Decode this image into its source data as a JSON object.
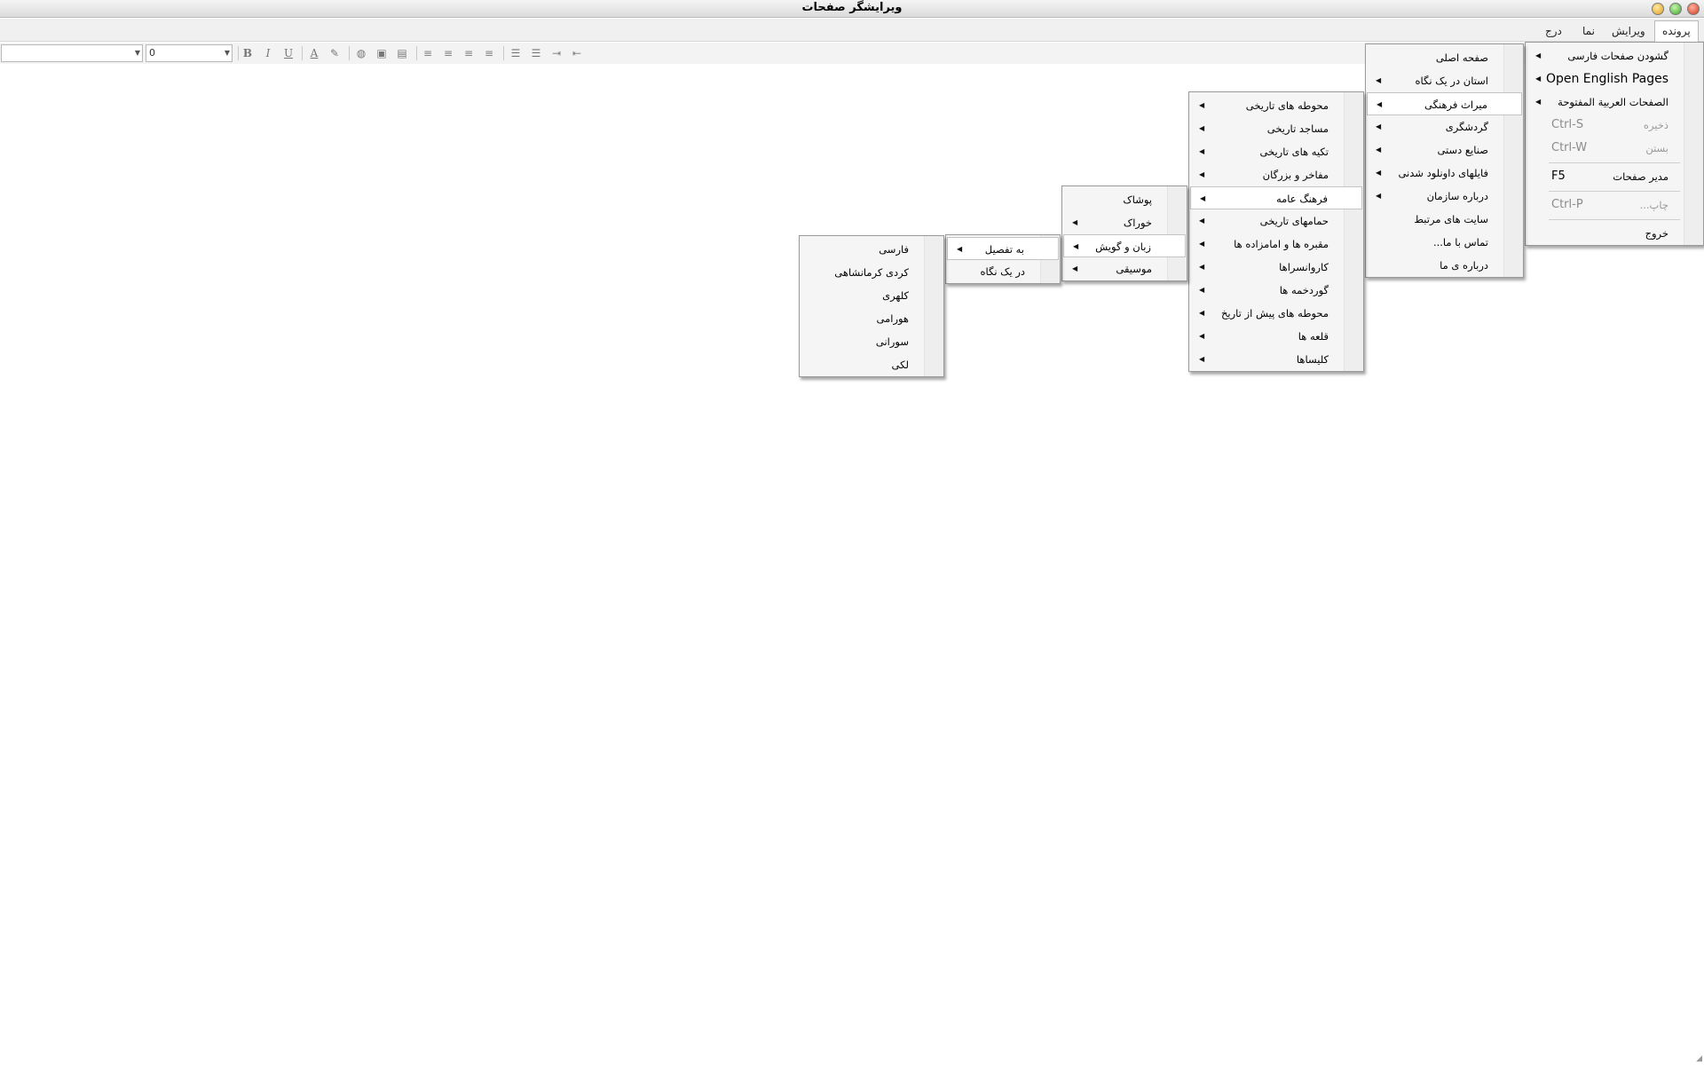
{
  "window": {
    "title": "ویرایشگر صفحات"
  },
  "menubar": {
    "items": [
      "پرونده",
      "ویرایش",
      "نما",
      "درج"
    ]
  },
  "toolbar": {
    "font_value": "",
    "size_value": "0",
    "icons": [
      "bold-icon",
      "italic-icon",
      "underline-icon",
      "text-color-icon",
      "highlight-icon",
      "globe-icon",
      "image-icon",
      "media-icon",
      "align-right-icon",
      "align-center-icon",
      "align-left-icon",
      "align-justify-icon",
      "ordered-list-icon",
      "unordered-list-icon",
      "indent-icon",
      "outdent-icon"
    ]
  },
  "file_menu": {
    "items": [
      {
        "label": "گشودن صفحات فارسی",
        "sub": true
      },
      {
        "label": "Open English Pages",
        "sub": true
      },
      {
        "label": "الصفحات العربية المفتوحة",
        "sub": true
      },
      {
        "label": "ذخیره",
        "shortcut": "Ctrl-S"
      },
      {
        "label": "بستن",
        "shortcut": "Ctrl-W"
      },
      {
        "label": "مدیر صفحات",
        "shortcut": "F5"
      },
      {
        "label": "چاپ...",
        "shortcut": "Ctrl-P"
      },
      {
        "label": "خروج"
      }
    ]
  },
  "persian_menu": {
    "items": [
      "صفحه اصلی",
      "استان در یک نگاه",
      "میراث فرهنگی",
      "گردشگری",
      "صنایع دستی",
      "فایلهای داونلود شدنی",
      "درباره سازمان",
      "سایت های مرتبط",
      "تماس با ما...",
      "درباره ی ما"
    ]
  },
  "heritage_menu": {
    "items": [
      "محوطه های تاریخی",
      "مساجد تاریخی",
      "تکیه های تاریخی",
      "مفاخر و بزرگان",
      "فرهنگ عامه",
      "حمامهای تاریخی",
      "مقبره ها و امامزاده ها",
      "کاروانسراها",
      "گوردخمه ها",
      "محوطه های پیش از تاریخ",
      "قلعه ها",
      "کلیساها"
    ]
  },
  "folk_menu": {
    "items": [
      "پوشاک",
      "خوراک",
      "زبان و گویش",
      "موسیقی"
    ]
  },
  "language_menu": {
    "items": [
      "به تفصیل",
      "در یک نگاه"
    ]
  },
  "detail_menu": {
    "items": [
      "فارسی",
      "کردی کرمانشاهی",
      "کلهری",
      "هورامی",
      "سورانی",
      "لکی"
    ]
  },
  "colors": {
    "menu_bg": "#f5f5f5",
    "selected_bg": "#ffffff",
    "border": "#9a9a9a"
  }
}
